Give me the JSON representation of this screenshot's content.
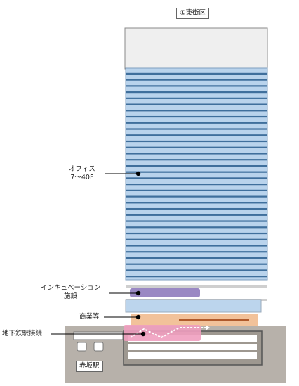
{
  "title": "①東街区",
  "labels": {
    "office_line1": "オフィス",
    "office_line2": "7～40F",
    "incubation_line1": "インキュベーション",
    "incubation_line2": "施設",
    "commercial": "商業等",
    "subway": "地下鉄駅接続",
    "station": "赤坂駅"
  },
  "office_floor_count": 34,
  "colors": {
    "office_fill": "#b9d3ec",
    "office_stripe": "#3f6f9c",
    "incubation": "#8f7bbd",
    "commercial": "#f2c29a",
    "commercial_bar": "#b05a2c",
    "subway": "#ef9fbf",
    "ground": "#b7b1aa",
    "crown": "#efefef"
  }
}
